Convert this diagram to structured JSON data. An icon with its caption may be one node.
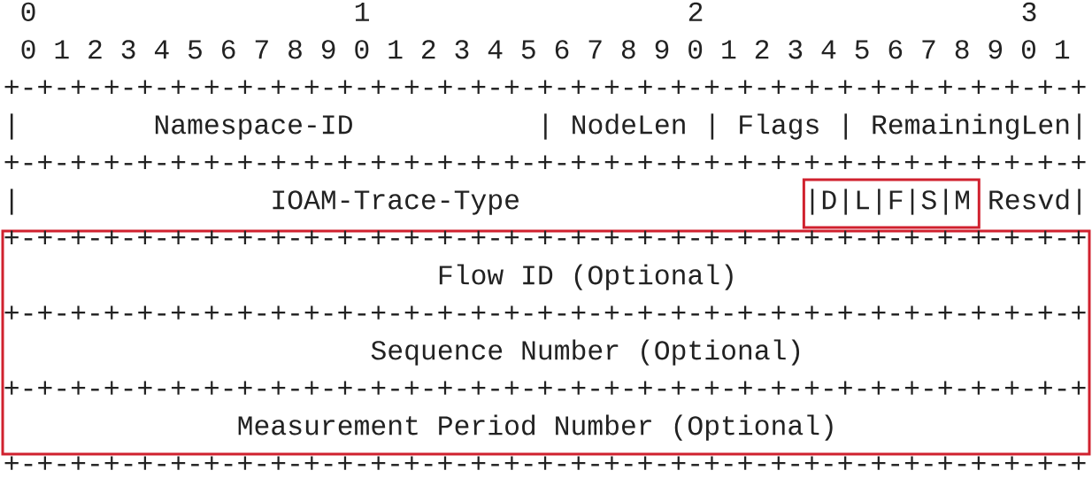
{
  "diagram": {
    "nodes": [
      {
        "text": [
          "|D|L|F|S|M"
        ]
      },
      {
        "text": [
          "Flow ID (Optional)",
          "Sequence Number (Optional)",
          "Measurement Period Number (Optional)"
        ]
      }
    ],
    "labels": [
      "0",
      "1",
      "2",
      "3",
      "0 1 2 3 4 5 6 7 8 9 0 1 2 3 4 5 6 7 8 9 0 1 2 3 4 5 6 7 8 9 0 1",
      "+-+-+-+-+-+-+-+-+-+-+-+-+-+-+-+-+-+-+-+-+-+-+-+-+-+-+-+-+-+-+-+-+",
      "|",
      "Namespace-ID",
      "|",
      "NodeLen",
      "|",
      "Flags",
      "|",
      "RemainingLen|",
      "+-+-+-+-+-+-+-+-+-+-+-+-+-+-+-+-+-+-+-+-+-+-+-+-+-+-+-+-+-+-+-+-+",
      "|",
      "IOAM-Trace-Type",
      "Resvd|",
      "+-+-+-+-+-+-+-+-+-+-+-+-+-+-+-+-+-+-+-+-+-+-+-+-+-+-+-+-+-+-+-+-+",
      "+-+-+-+-+-+-+-+-+-+-+-+-+-+-+-+-+-+-+-+-+-+-+-+-+-+-+-+-+-+-+-+-+",
      "+-+-+-+-+-+-+-+-+-+-+-+-+-+-+-+-+-+-+-+-+-+-+-+-+-+-+-+-+-+-+-+-+",
      "+-+-+-+-+-+-+-+-+-+-+-+-+-+-+-+-+-+-+-+-+-+-+-+-+-+-+-+-+-+-+-+-+"
    ]
  }
}
